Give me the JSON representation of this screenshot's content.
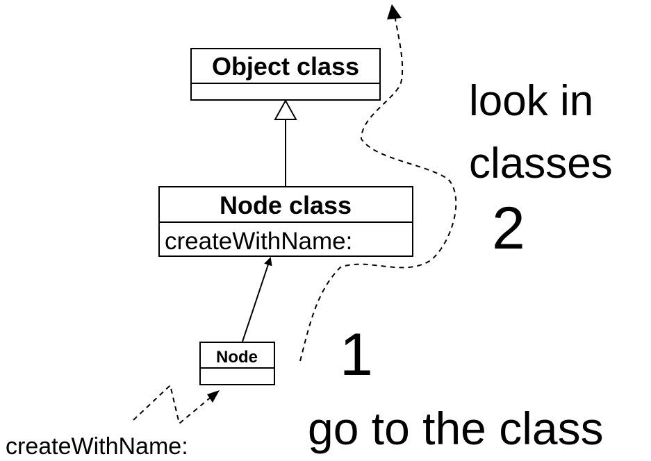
{
  "classes": {
    "object": {
      "title": "Object class"
    },
    "node_class": {
      "title": "Node class",
      "method": "createWithName:"
    },
    "node": {
      "title": "Node"
    }
  },
  "message": "createWithName:",
  "steps": {
    "one": {
      "number": "1",
      "caption": "go to the class"
    },
    "two": {
      "number": "2",
      "caption_line1": "look in",
      "caption_line2": "classes"
    }
  }
}
